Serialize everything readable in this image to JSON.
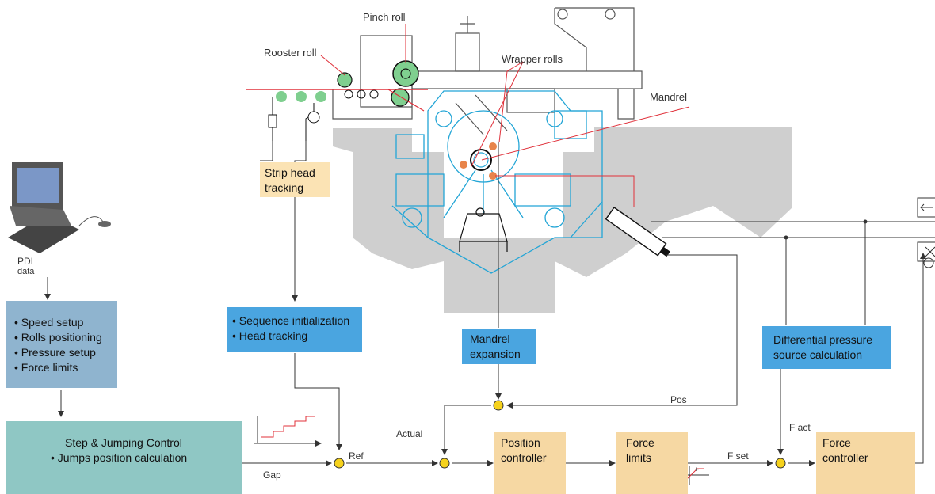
{
  "machine": {
    "pinch_roll": "Pinch roll",
    "rooster_roll": "Rooster roll",
    "wrapper_rolls": "Wrapper rolls",
    "mandrel": "Mandrel"
  },
  "pdi": {
    "line1": "PDI",
    "line2": "data"
  },
  "strip_head_tracking": {
    "line1": "Strip head",
    "line2": "tracking"
  },
  "setup_box": {
    "items": [
      "Speed setup",
      "Rolls positioning",
      "Pressure setup",
      "Force limits"
    ]
  },
  "sequence_box": {
    "items": [
      "Sequence initialization",
      "Head tracking"
    ]
  },
  "mandrel_expansion": {
    "line1": "Mandrel",
    "line2": "expansion"
  },
  "diff_pressure": {
    "line1": "Differential pressure",
    "line2": "source calculation"
  },
  "step_box": {
    "title": "Step & Jumping Control",
    "item": "Jumps position calculation"
  },
  "position_controller": {
    "line1": "Position",
    "line2": "controller"
  },
  "force_limits": {
    "line1": "Force",
    "line2": "limits"
  },
  "force_controller": {
    "line1": "Force",
    "line2": "controller"
  },
  "signals": {
    "gap": "Gap",
    "ref": "Ref",
    "actual": "Actual",
    "pos": "Pos",
    "f_set": "F set",
    "f_act": "F act"
  },
  "colors": {
    "blue_box": "#4aa5e0",
    "slate_box": "#8fb4cf",
    "teal_box": "#8fc7c4",
    "tan_box": "#f6d8a3",
    "summing_node": "#f6d21c",
    "machine_line": "#22a5d6",
    "machine_ground": "#cfcfcf",
    "strip_red": "#e0303a",
    "green_roll": "#7fcf8f"
  }
}
